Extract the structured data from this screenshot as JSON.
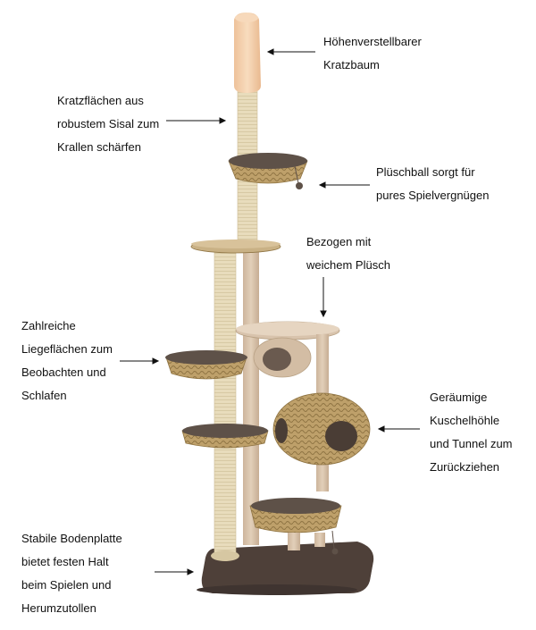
{
  "labels": {
    "height_adjustable": [
      "Höhenverstellbarer",
      "Kratzbaum"
    ],
    "sisal": [
      "Kratzflächen aus",
      "robustem Sisal zum",
      "Krallen schärfen"
    ],
    "plush_ball": [
      "Plüschball sorgt für",
      "pures Spielvergnügen"
    ],
    "plush_cover": [
      "Bezogen mit",
      "weichem Plüsch"
    ],
    "lying_areas": [
      "Zahlreiche",
      "Liegeflächen zum",
      "Beobachten und",
      "Schlafen"
    ],
    "cuddle_cave": [
      "Geräumige",
      "Kuschelhöhle",
      "und Tunnel zum",
      "Zurückziehen"
    ],
    "base_plate": [
      "Stabile Bodenplatte",
      "bietet festen Halt",
      "beim Spielen und",
      "Herumzutollen"
    ]
  },
  "colors": {
    "sisal": "#e6d9b8",
    "plush_beige": "#d8c3ac",
    "plush_brown": "#5e5148",
    "base_brown": "#4e4039",
    "seagrass": "#b89a62",
    "top_cap": "#f3cfa8",
    "arrow": "#111111"
  }
}
